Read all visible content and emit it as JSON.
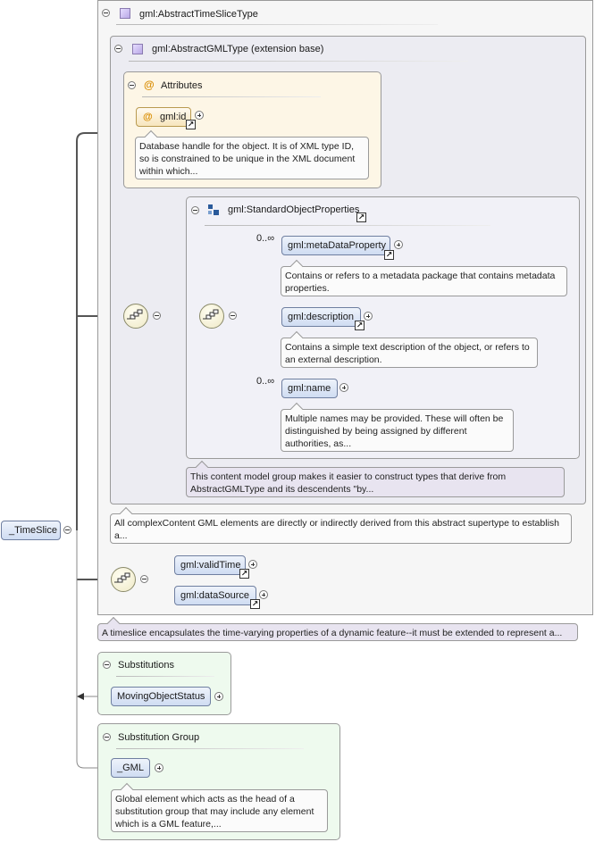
{
  "root": {
    "name": "_TimeSlice",
    "doc": "A timeslice encapsulates the time-varying properties of a dynamic feature--it must be extended to represent a..."
  },
  "type": {
    "name": "gml:AbstractTimeSliceType"
  },
  "base": {
    "name": "gml:AbstractGMLType (extension base)",
    "doc": "All complexContent GML elements are directly or indirectly derived from this abstract supertype to establish a..."
  },
  "attributes": {
    "title": "Attributes",
    "id": {
      "name": "gml:id",
      "doc": "Database handle for the object. It is of XML type ID, so is constrained to be unique in the XML document within which..."
    }
  },
  "std_group": {
    "name": "gml:StandardObjectProperties",
    "doc": "This content model group makes it easier to construct types that derive from AbstractGMLType and its descendents \"by...",
    "elements": [
      {
        "name": "gml:metaDataProperty",
        "card": "0..∞",
        "doc": "Contains or refers to a metadata package that contains metadata properties."
      },
      {
        "name": "gml:description",
        "card": "",
        "doc": "Contains a simple text description of the object, or refers to an external description."
      },
      {
        "name": "gml:name",
        "card": "0..∞",
        "doc": "Multiple names may be provided. These will often be distinguished by being assigned by different authorities, as..."
      }
    ]
  },
  "own_seq": {
    "elements": [
      {
        "name": "gml:validTime"
      },
      {
        "name": "gml:dataSource"
      }
    ]
  },
  "substitutions": {
    "title": "Substitutions",
    "items": [
      {
        "name": "MovingObjectStatus"
      }
    ]
  },
  "subst_group": {
    "title": "Substitution Group",
    "head": {
      "name": "_GML",
      "doc": "Global element which acts as the head of a substitution group that may include any element which is a GML feature,..."
    }
  },
  "icons": {
    "link": "↗"
  }
}
